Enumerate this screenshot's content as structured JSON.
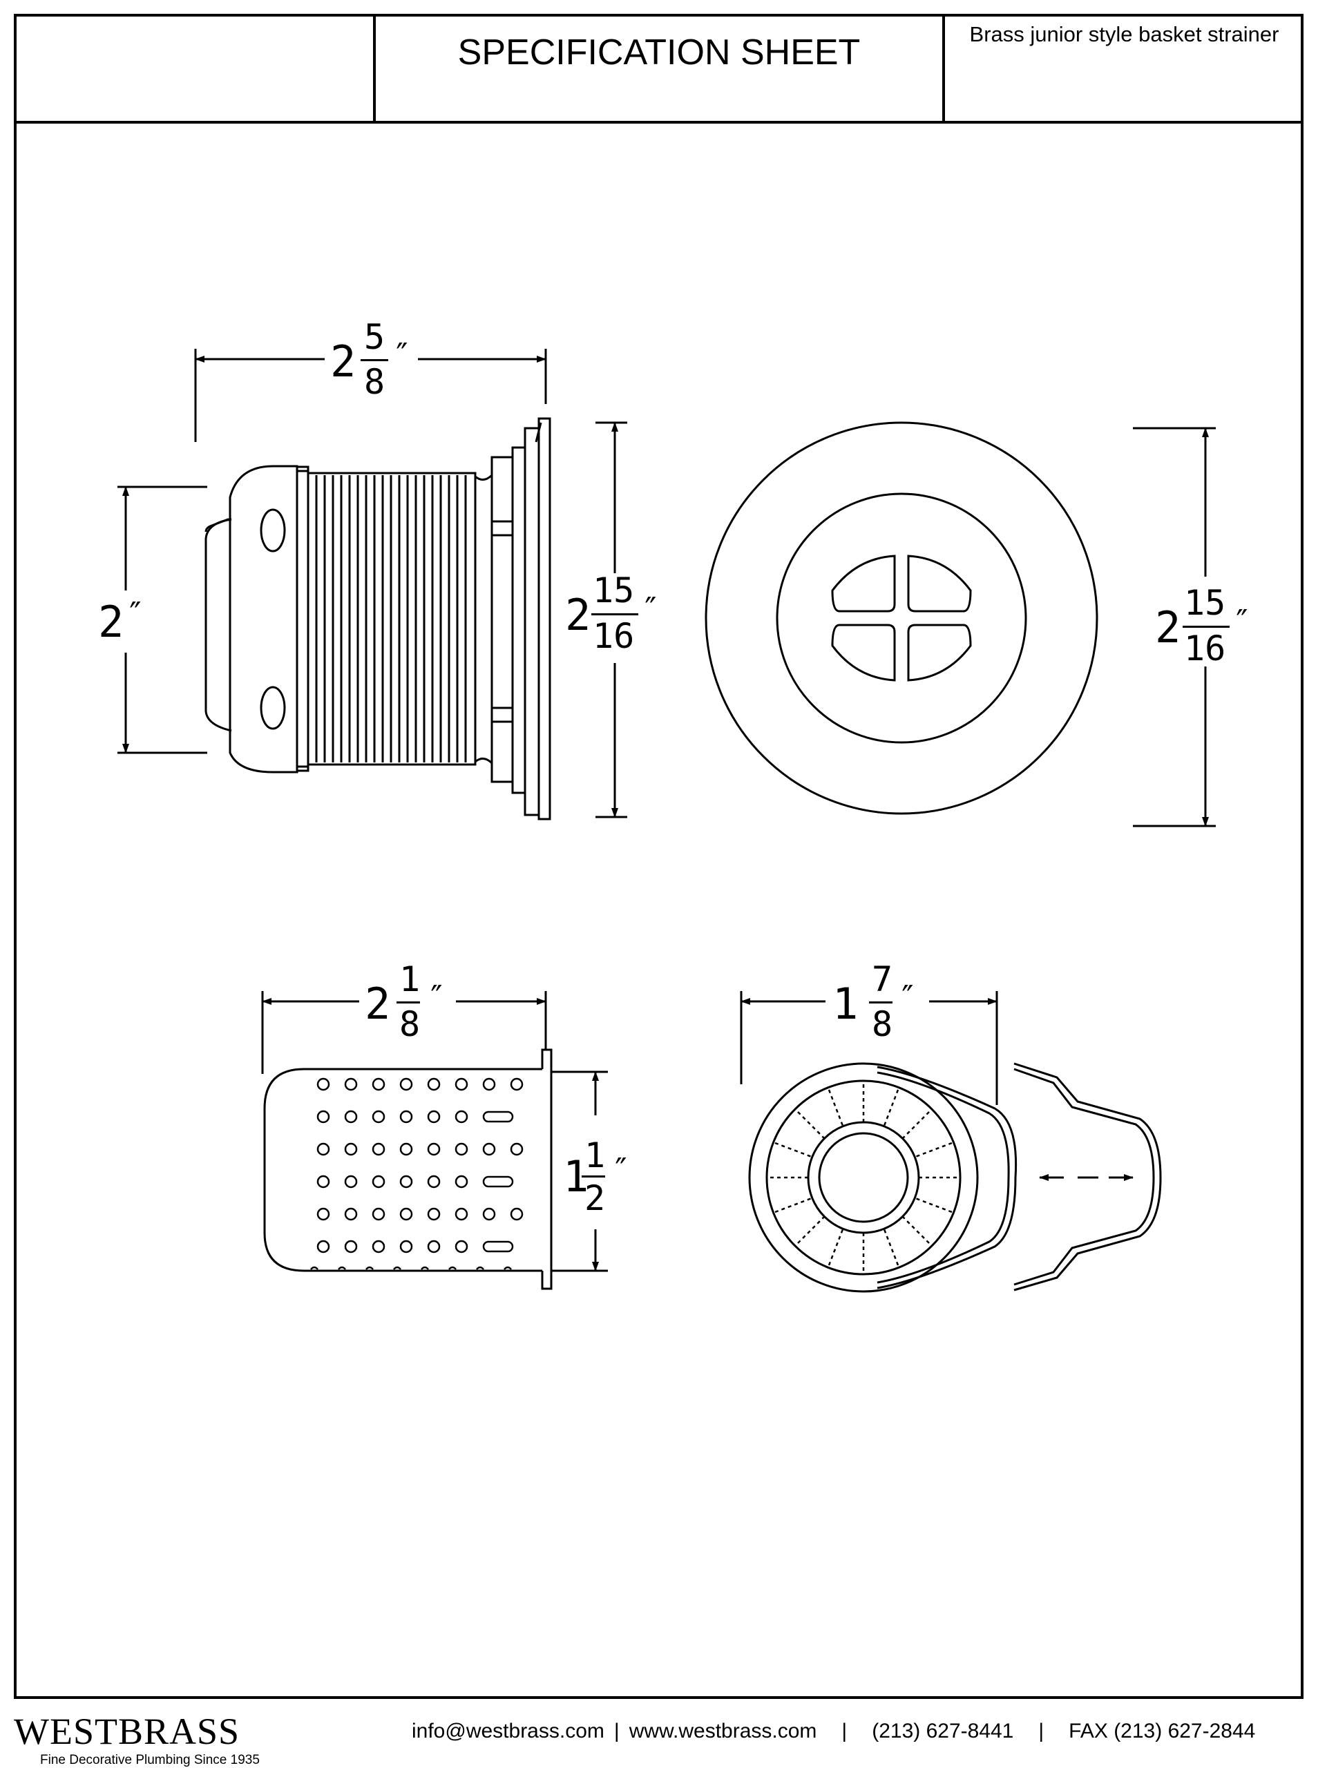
{
  "header": {
    "title": "SPECIFICATION SHEET",
    "product": "Brass junior style basket strainer"
  },
  "dimensions": {
    "side_width": {
      "whole": "2",
      "num": "5",
      "den": "8",
      "mark": "″"
    },
    "side_height": {
      "whole": "2",
      "mark": "″"
    },
    "flange_dia": {
      "whole": "2",
      "num": "15",
      "den": "16",
      "mark": "″"
    },
    "top_dia": {
      "whole": "2",
      "num": "15",
      "den": "16",
      "mark": "″"
    },
    "basket_length": {
      "whole": "2",
      "num": "1",
      "den": "8",
      "mark": "″"
    },
    "basket_height": {
      "whole": "1",
      "num": "1",
      "den": "2",
      "mark": "″"
    },
    "basket_dia": {
      "whole": "1",
      "num": "7",
      "den": "8",
      "mark": "″"
    }
  },
  "footer": {
    "brand": "WESTBRASS",
    "tagline": "Fine Decorative Plumbing Since 1935",
    "email": "info@westbrass.com",
    "website": "www.westbrass.com",
    "phone": "(213) 627-8441",
    "fax": "FAX (213) 627-2844",
    "divider": "|"
  }
}
